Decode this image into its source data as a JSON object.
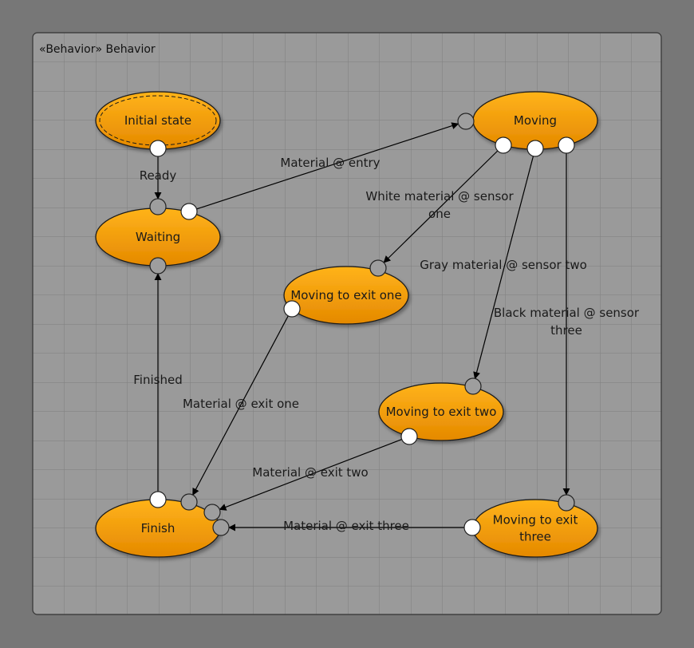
{
  "diagram": {
    "title": "«Behavior» Behavior",
    "states": [
      {
        "id": "initial",
        "lines": [
          "Initial state"
        ],
        "initial": true
      },
      {
        "id": "waiting",
        "lines": [
          "Waiting"
        ]
      },
      {
        "id": "moving",
        "lines": [
          "Moving"
        ]
      },
      {
        "id": "exit1",
        "lines": [
          "Moving to exit one"
        ]
      },
      {
        "id": "exit2",
        "lines": [
          "Moving to exit two"
        ]
      },
      {
        "id": "exit3",
        "lines": [
          "Moving to exit",
          "three"
        ]
      },
      {
        "id": "finish",
        "lines": [
          "Finish"
        ]
      }
    ],
    "transitions": [
      {
        "from": "initial",
        "to": "waiting",
        "lines": [
          "Ready"
        ]
      },
      {
        "from": "waiting",
        "to": "moving",
        "lines": [
          "Material @ entry"
        ]
      },
      {
        "from": "moving",
        "to": "exit1",
        "lines": [
          "White material @ sensor",
          "one"
        ]
      },
      {
        "from": "moving",
        "to": "exit2",
        "lines": [
          "Gray material @ sensor two"
        ]
      },
      {
        "from": "moving",
        "to": "exit3",
        "lines": [
          "Black material @ sensor",
          "three"
        ]
      },
      {
        "from": "exit1",
        "to": "finish",
        "lines": [
          "Material @ exit one"
        ]
      },
      {
        "from": "exit2",
        "to": "finish",
        "lines": [
          "Material @ exit two"
        ]
      },
      {
        "from": "exit3",
        "to": "finish",
        "lines": [
          "Material @ exit three"
        ]
      },
      {
        "from": "finish",
        "to": "waiting",
        "lines": [
          "Finished"
        ]
      }
    ]
  },
  "colors": {
    "state_fill_top": "#ffb31a",
    "state_fill_bottom": "#e58900",
    "state_stroke": "#1a1a1a",
    "panel_fill": "#9a9a9a",
    "grid": "#7f7f7f",
    "port_in": "#9e9e9e",
    "port_out": "#ffffff",
    "edge": "#000000"
  }
}
